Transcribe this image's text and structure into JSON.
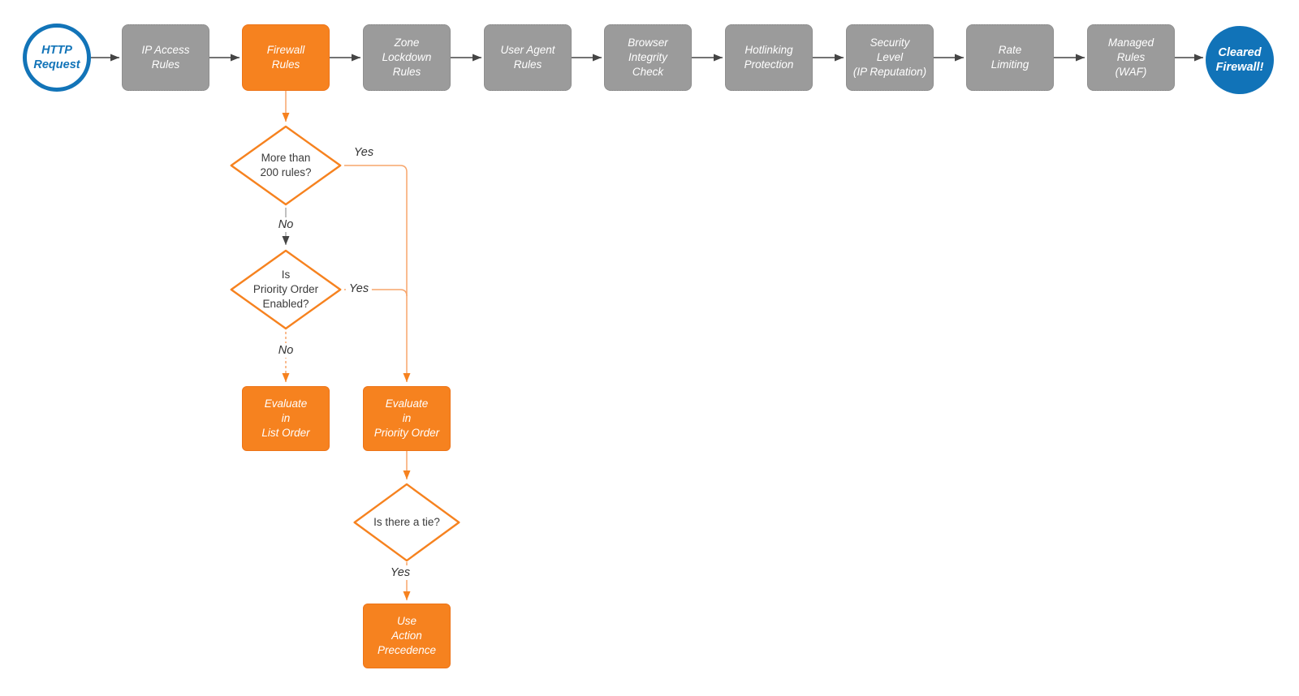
{
  "pipeline": {
    "start": {
      "label": "HTTP\nRequest"
    },
    "stages": [
      {
        "label": "IP Access\nRules",
        "highlighted": false
      },
      {
        "label": "Firewall\nRules",
        "highlighted": true
      },
      {
        "label": "Zone\nLockdown\nRules",
        "highlighted": false
      },
      {
        "label": "User Agent\nRules",
        "highlighted": false
      },
      {
        "label": "Browser\nIntegrity\nCheck",
        "highlighted": false
      },
      {
        "label": "Hotlinking\nProtection",
        "highlighted": false
      },
      {
        "label": "Security\nLevel\n(IP Reputation)",
        "highlighted": false
      },
      {
        "label": "Rate\nLimiting",
        "highlighted": false
      },
      {
        "label": "Managed\nRules\n(WAF)",
        "highlighted": false
      }
    ],
    "end": {
      "label": "Cleared\nFirewall!"
    }
  },
  "decision_flow": {
    "decisions": [
      {
        "label": "More than\n200 rules?",
        "yes": "Yes",
        "no": "No"
      },
      {
        "label": "Is\nPriority Order\nEnabled?",
        "yes": "Yes",
        "no": "No"
      },
      {
        "label": "Is there a tie?",
        "yes": "Yes"
      }
    ],
    "actions": [
      {
        "label": "Evaluate\nin\nList Order"
      },
      {
        "label": "Evaluate\nin\nPriority Order"
      },
      {
        "label": "Use\nAction\nPrecedence"
      }
    ]
  },
  "colors": {
    "accent_orange": "#F6821F",
    "connector_orange_light": "#F7A56B",
    "stage_gray": "#9B9B9B",
    "accent_blue": "#1274B8",
    "connector_dark": "#454545",
    "text_dark": "#3B3B3B"
  }
}
